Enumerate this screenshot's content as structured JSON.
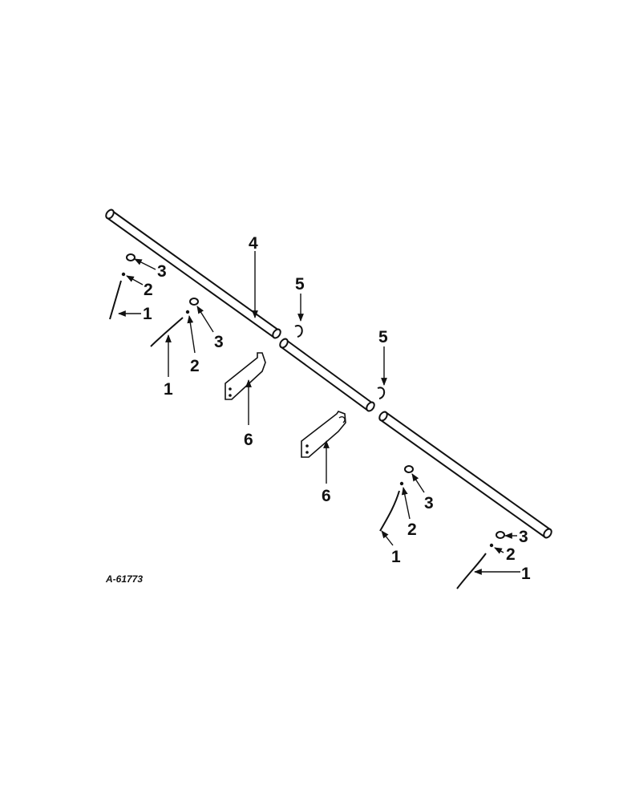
{
  "figure_reference": "A-61773",
  "callouts": {
    "pin": "1",
    "cotter": "2",
    "washer": "3",
    "rod": "4",
    "clip": "5",
    "bracket": "6"
  }
}
